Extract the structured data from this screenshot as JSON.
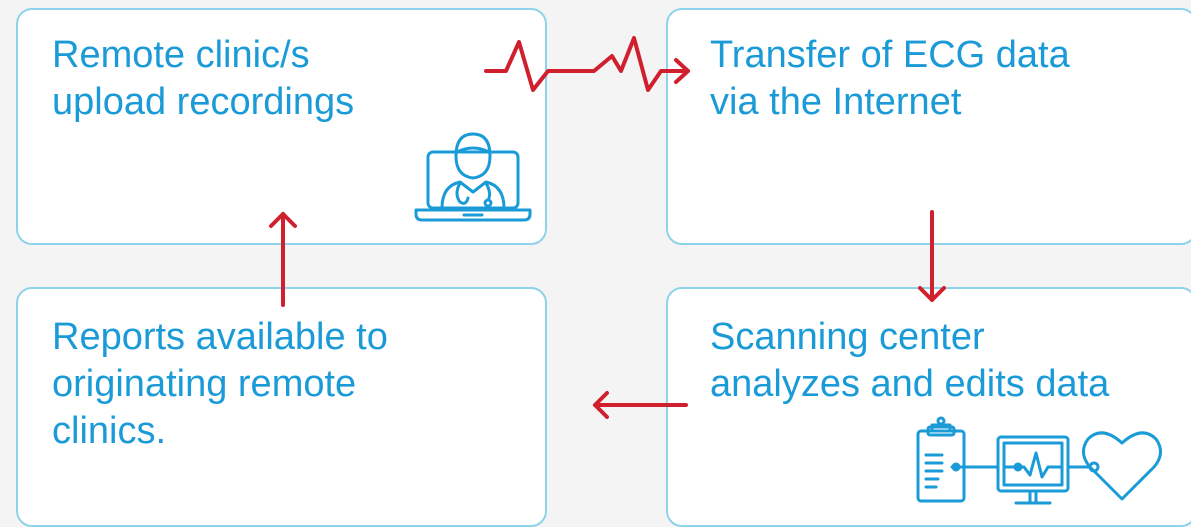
{
  "colors": {
    "text": "#1a9bd7",
    "box_border": "#8ed3ea",
    "box_fill": "#ffffff",
    "arrow": "#d0202e",
    "icon": "#1a9bd7",
    "background": "#f4f4f5"
  },
  "boxes": {
    "remote_clinic": {
      "text": "Remote clinic/s\nupload recordings",
      "icon": "doctor-laptop-icon"
    },
    "transfer": {
      "text": "Transfer of ECG data\nvia the Internet"
    },
    "reports": {
      "text": "Reports available to\noriginating remote\nclinics."
    },
    "scanning": {
      "text": "Scanning center\nanalyzes and edits data",
      "icons": [
        "clipboard-icon",
        "ecg-monitor-icon",
        "heart-icon"
      ]
    }
  }
}
